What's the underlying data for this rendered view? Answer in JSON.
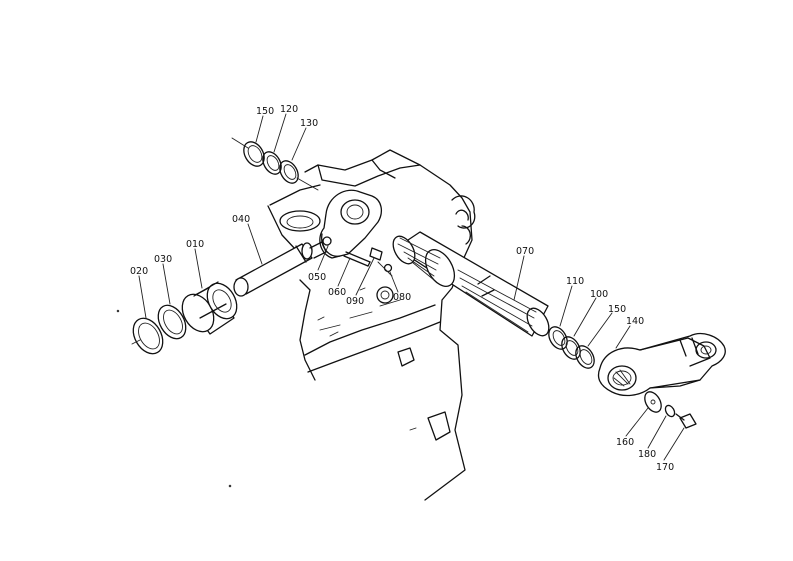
{
  "diagram": {
    "callouts": {
      "p010": "010",
      "p020": "020",
      "p030": "030",
      "p040": "040",
      "p050": "050",
      "p060": "060",
      "p070": "070",
      "p080": "080",
      "p090": "090",
      "p100": "100",
      "p110": "110",
      "p120": "120",
      "p130": "130",
      "p140": "140",
      "p150a": "150",
      "p150b": "150",
      "p160": "160",
      "p170": "170",
      "p180": "180"
    },
    "colors": {
      "ink": "#111111",
      "paper": "#ffffff"
    }
  }
}
